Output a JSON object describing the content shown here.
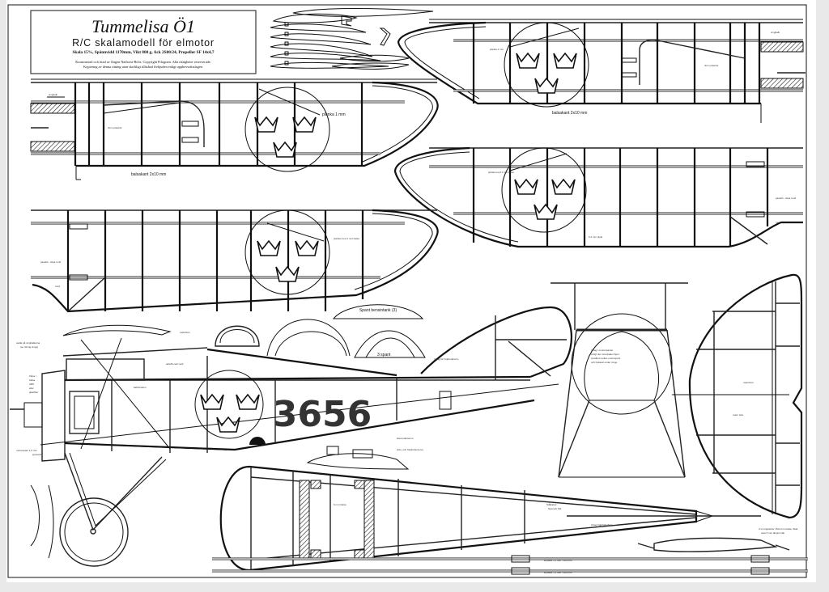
{
  "title_block": {
    "title": "Tummelisa Ö1",
    "subtitle": "R/C skalamodell för elmotor",
    "specs": "Skala 15%, Spännvidd 1170mm, Vikt 800 g, Ack 2S00/24, Propeller SF 14x4,7",
    "copyright_1": "Konstruerad och ritad av Jürgen Nathorst-Böös. Copyright Filogram. Alla rättigheter reserverade.",
    "copyright_2": "Kopiering av denna ritning utan skriftligt tillstånd förbjuden enligt upphovsrättslagen."
  },
  "aircraft_marking": "3656",
  "labels": {
    "upper_wing_left_vingbalk": "vingbalk",
    "upper_wing_left_plastror": "3mm plaströr",
    "upper_wing_left_balsa": "balsakant 2x10 mm",
    "upper_wing_left_planka": "planka 1 mm",
    "upper_wing_right_planka": "planka 1 mm",
    "upper_wing_right_balsa": "balsakant 2x10 mm",
    "upper_wing_right_vingbalk": "vingbalk",
    "upper_wing_right_plastror": "3mm plaströr",
    "lower_wing_right_planka": "planka med 1 mm balsa",
    "lower_wing_right_plywood": "0,4 mm plyfa",
    "lower_wing_right_passbit": "passbit - slipa rund",
    "lower_wing_right_rund": "rund",
    "lower_wing_left_planka": "planka med 1 mm balsa",
    "lower_wing_left_passbit": "passbit - slipa rund",
    "lower_wing_left_rund": "rund",
    "spant_bensintank": "Spant bensintank (3)",
    "tre_spant": "3 spant",
    "skena_vingbalk": "sadla på vingbalkarna",
    "skena_vingbalk_2": "(se ritning vinge)",
    "kapa": "Kåpa i",
    "kapa_2": "balsa",
    "kapa_3": "ABS",
    "kapa_4": "eller",
    "kapa_5": "glasfiber",
    "motorspant": "motorspant 1,5 mm",
    "motorspant_2": "plywood",
    "kabinbotten": "kabinbotten",
    "tankhalare": "tank/bensin lock",
    "utlagg_hojdroderarm": "Urtag för höjdroderarm",
    "utlagg_motorspant": "Urtag i motorspantet",
    "utlagg_motorspant_2": "enligt den streckade linjen.",
    "utlagg_motorspant_3": "Avstånd mellan motorspant",
    "utlagg_motorspant_4": "och hjulaxel under vinge",
    "skevroderservo": "skevroderservo",
    "sido_hojdroderservo": "sido- och höjdroderservo",
    "balsa_6mm": "6 mm balsa",
    "stalvaxel": "Stålkabel",
    "stalvaxel_2": "Nylonrör M2",
    "utlagg_hojdroder": "Urtag höjdroderhorn",
    "vingstotter": "4 st vingstöttor 15x4 mm balsa. Skal",
    "vingstotter_2": "vara 5 mm längre bak",
    "roder": "roderhorn",
    "roder_2": "roder wire",
    "rod_1": "styrwire 1,2 mm / 500 mm",
    "rod_2": "styrwire 1,2 mm / 500 mm"
  },
  "colors": {
    "ink": "#111111",
    "paper": "#ffffff",
    "frame": "#e9e9e9"
  }
}
